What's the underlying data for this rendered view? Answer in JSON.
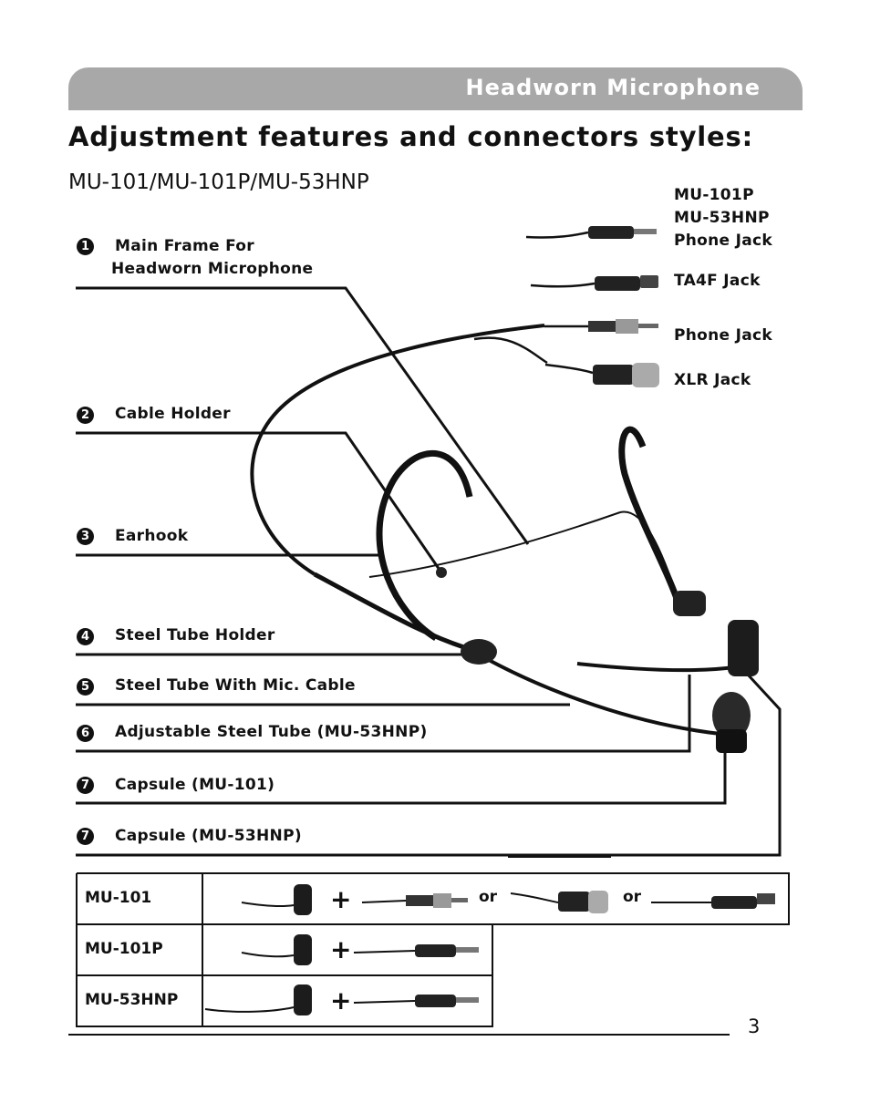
{
  "header": {
    "section_title": "Headworn Microphone"
  },
  "page": {
    "title": "Adjustment features and connectors styles:",
    "models": "MU-101/MU-101P/MU-53HNP",
    "page_number": "3"
  },
  "connectors": [
    {
      "label_lines": [
        "MU-101P",
        "MU-53HNP",
        "Phone Jack"
      ]
    },
    {
      "label": "TA4F Jack"
    },
    {
      "label": "Phone Jack"
    },
    {
      "label": "XLR Jack"
    }
  ],
  "parts": [
    {
      "number": "1",
      "label_lines": [
        "Main Frame For",
        "Headworn Microphone"
      ]
    },
    {
      "number": "2",
      "label": "Cable Holder"
    },
    {
      "number": "3",
      "label": "Earhook"
    },
    {
      "number": "4",
      "label": "Steel Tube Holder"
    },
    {
      "number": "5",
      "label": "Steel Tube With Mic. Cable"
    },
    {
      "number": "6",
      "label": "Adjustable Steel Tube (MU-53HNP)"
    },
    {
      "number": "7",
      "label": "Capsule (MU-101)"
    },
    {
      "number": "7",
      "label": "Capsule (MU-53HNP)"
    }
  ],
  "configs": {
    "rows": [
      {
        "model": "MU-101",
        "plus": "+",
        "or1": "or",
        "or2": "or"
      },
      {
        "model": "MU-101P",
        "plus": "+"
      },
      {
        "model": "MU-53HNP",
        "plus": "+"
      }
    ]
  }
}
